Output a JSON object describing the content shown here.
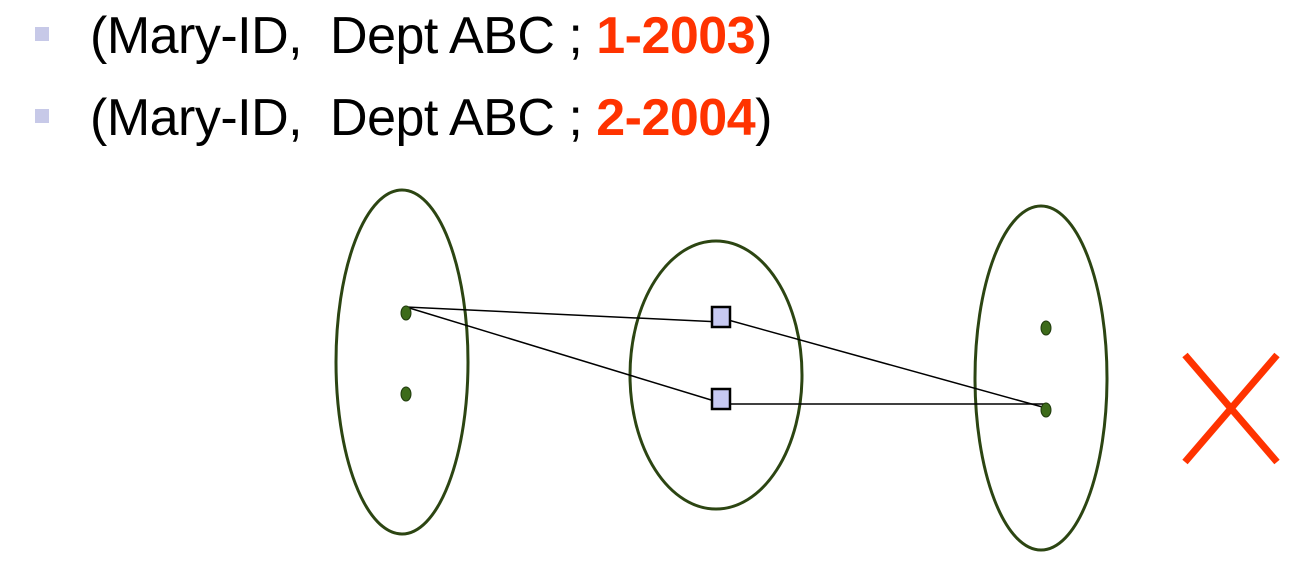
{
  "bullets": [
    {
      "prefix": "(Mary-ID,  Dept ABC ; ",
      "highlight": "1-2003",
      "suffix": ")"
    },
    {
      "prefix": "(Mary-ID,  Dept ABC ; ",
      "highlight": "2-2004",
      "suffix": ")"
    }
  ],
  "colors": {
    "highlight": "#ff3300",
    "bullet": "#c7c9e8",
    "ellipse_stroke": "#2c4512",
    "node_fill": "#3d6b1a",
    "relationship_fill": "#c7c9f2",
    "cross": "#ff3300"
  },
  "icons": {
    "bullet": "square-bullet-icon",
    "invalid_mark": "red-cross-icon"
  }
}
